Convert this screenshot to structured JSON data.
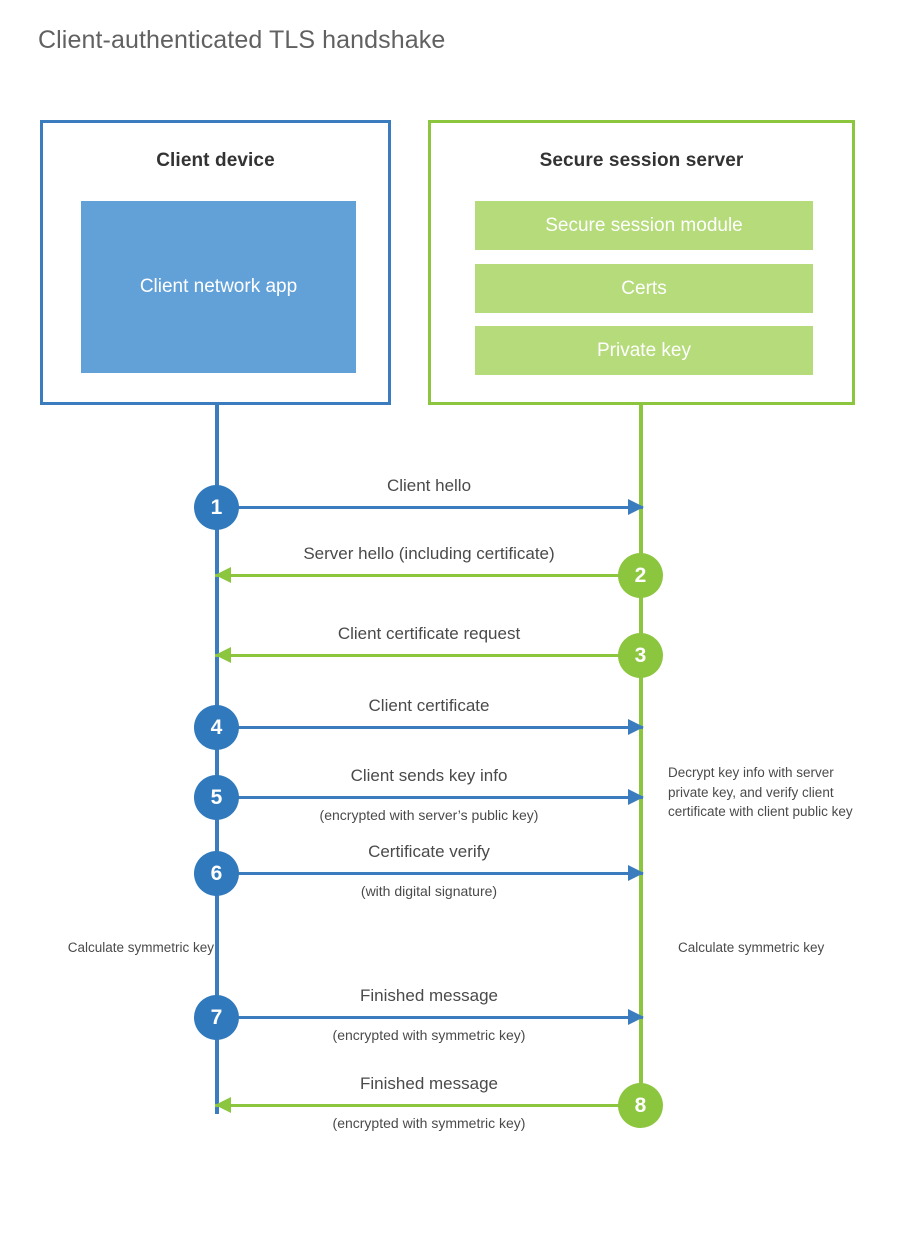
{
  "title": "Client-authenticated TLS handshake",
  "colors": {
    "client_accent": "#3b7cbf",
    "client_badge": "#3079bd",
    "client_fill": "#62a0d8",
    "server_accent": "#8cc63f",
    "server_fill": "#b5db7b",
    "text": "#4a4a4a",
    "background": "#ffffff"
  },
  "actors": {
    "client": {
      "title": "Client device",
      "app_label": "Client network app"
    },
    "server": {
      "title": "Secure session server",
      "blocks": [
        "Secure session module",
        "Certs",
        "Private key"
      ]
    }
  },
  "chart_data": {
    "type": "sequence-diagram",
    "title": "Client-authenticated TLS handshake",
    "participants": [
      "Client device",
      "Secure session server"
    ],
    "steps": [
      {
        "number": "1",
        "label": "Client hello",
        "sub": "",
        "from": "client",
        "to": "server",
        "direction": "right"
      },
      {
        "number": "2",
        "label": "Server hello (including certificate)",
        "sub": "",
        "from": "server",
        "to": "client",
        "direction": "left"
      },
      {
        "number": "3",
        "label": "Client certificate request",
        "sub": "",
        "from": "server",
        "to": "client",
        "direction": "left"
      },
      {
        "number": "4",
        "label": "Client certificate",
        "sub": "",
        "from": "client",
        "to": "server",
        "direction": "right"
      },
      {
        "number": "5",
        "label": "Client sends key info",
        "sub": "(encrypted with server’s public key)",
        "from": "client",
        "to": "server",
        "direction": "right"
      },
      {
        "number": "6",
        "label": "Certificate verify",
        "sub": "(with digital signature)",
        "from": "client",
        "to": "server",
        "direction": "right"
      },
      {
        "number": "7",
        "label": "Finished message",
        "sub": "(encrypted with symmetric key)",
        "from": "client",
        "to": "server",
        "direction": "right"
      },
      {
        "number": "8",
        "label": "Finished message",
        "sub": "(encrypted with symmetric key)",
        "from": "server",
        "to": "client",
        "direction": "left"
      }
    ],
    "annotations": [
      {
        "side": "server",
        "text": "Decrypt key info with server private key, and verify client certificate with client public key"
      },
      {
        "side": "client",
        "text": "Calculate symmetric key"
      },
      {
        "side": "server",
        "text": "Calculate symmetric key"
      }
    ]
  },
  "steps": [
    {
      "number": "1",
      "label": "Client hello",
      "sub": ""
    },
    {
      "number": "2",
      "label": "Server hello (including certificate)",
      "sub": ""
    },
    {
      "number": "3",
      "label": "Client certificate request",
      "sub": ""
    },
    {
      "number": "4",
      "label": "Client certificate",
      "sub": ""
    },
    {
      "number": "5",
      "label": "Client sends key info",
      "sub": "(encrypted with server’s public key)"
    },
    {
      "number": "6",
      "label": "Certificate verify",
      "sub": "(with digital signature)"
    },
    {
      "number": "7",
      "label": "Finished message",
      "sub": "(encrypted with symmetric key)"
    },
    {
      "number": "8",
      "label": "Finished message",
      "sub": "(encrypted with symmetric key)"
    }
  ],
  "annotations": {
    "server_decrypt": "Decrypt key info with server private key, and verify client certificate with client public key",
    "client_symmetric_key": "Calculate symmetric key",
    "server_symmetric_key": "Calculate symmetric key"
  }
}
